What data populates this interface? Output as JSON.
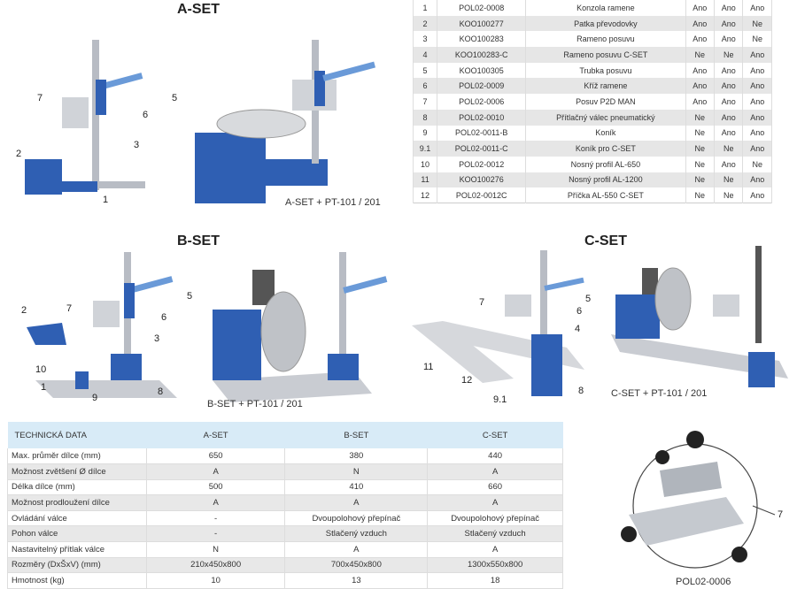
{
  "headings": {
    "a": "A-SET",
    "b": "B-SET",
    "c": "C-SET"
  },
  "captions": {
    "a": "A-SET + PT-101 / 201",
    "b": "B-SET + PT-101 / 201",
    "c": "C-SET + PT-101 / 201",
    "detail": "POL02-0006"
  },
  "callouts": {
    "a": [
      "7",
      "5",
      "6",
      "3",
      "2",
      "1"
    ],
    "b": [
      "2",
      "7",
      "5",
      "6",
      "3",
      "10",
      "1",
      "9",
      "8"
    ],
    "c": [
      "7",
      "5",
      "6",
      "4",
      "11",
      "12",
      "9.1",
      "8"
    ],
    "detail": "7"
  },
  "colors": {
    "blue": "#2f5fb3",
    "steel": "#b8bcc4",
    "header": "#d8ebf7"
  },
  "parts": [
    [
      "1",
      "POL02-0008",
      "Konzola ramene",
      "Ano",
      "Ano",
      "Ano"
    ],
    [
      "2",
      "KOO100277",
      "Patka převodovky",
      "Ano",
      "Ano",
      "Ne"
    ],
    [
      "3",
      "KOO100283",
      "Rameno posuvu",
      "Ano",
      "Ano",
      "Ne"
    ],
    [
      "4",
      "KOO100283-C",
      "Rameno posuvu C-SET",
      "Ne",
      "Ne",
      "Ano"
    ],
    [
      "5",
      "KOO100305",
      "Trubka posuvu",
      "Ano",
      "Ano",
      "Ano"
    ],
    [
      "6",
      "POL02-0009",
      "Kříž ramene",
      "Ano",
      "Ano",
      "Ano"
    ],
    [
      "7",
      "POL02-0006",
      "Posuv P2D MAN",
      "Ano",
      "Ano",
      "Ano"
    ],
    [
      "8",
      "POL02-0010",
      "Přítlačný válec pneumatický",
      "Ne",
      "Ano",
      "Ano"
    ],
    [
      "9",
      "POL02-0011-B",
      "Koník",
      "Ne",
      "Ano",
      "Ano"
    ],
    [
      "9.1",
      "POL02-0011-C",
      "Koník pro C-SET",
      "Ne",
      "Ne",
      "Ano"
    ],
    [
      "10",
      "POL02-0012",
      "Nosný profil AL-650",
      "Ne",
      "Ano",
      "Ne"
    ],
    [
      "11",
      "KOO100276",
      "Nosný profil AL-1200",
      "Ne",
      "Ne",
      "Ano"
    ],
    [
      "12",
      "POL02-0012C",
      "Příčka AL-550 C-SET",
      "Ne",
      "Ne",
      "Ano"
    ]
  ],
  "tech": {
    "header": [
      "TECHNICKÁ DATA",
      "A-SET",
      "B-SET",
      "C-SET"
    ],
    "rows": [
      [
        "Max. průměr dílce (mm)",
        "650",
        "380",
        "440"
      ],
      [
        "Možnost zvětšení Ø dílce",
        "A",
        "N",
        "A"
      ],
      [
        "Délka dílce (mm)",
        "500",
        "410",
        "660"
      ],
      [
        "Možnost prodloužení dílce",
        "A",
        "A",
        "A"
      ],
      [
        "Ovládání válce",
        "-",
        "Dvoupolohový přepínač",
        "Dvoupolohový přepínač"
      ],
      [
        "Pohon válce",
        "-",
        "Stlačený vzduch",
        "Stlačený vzduch"
      ],
      [
        "Nastavitelný přítlak válce",
        "N",
        "A",
        "A"
      ],
      [
        "Rozměry (DxŠxV) (mm)",
        "210x450x800",
        "700x450x800",
        "1300x550x800"
      ],
      [
        "Hmotnost (kg)",
        "10",
        "13",
        "18"
      ]
    ]
  }
}
